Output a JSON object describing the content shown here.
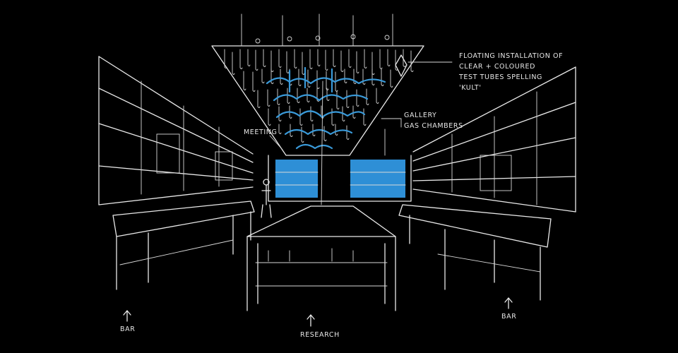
{
  "annotations": {
    "installation": [
      "Floating installation of",
      "clear + coloured",
      "test tubes spelling",
      "'KULT'"
    ],
    "gallery": "Gallery",
    "gas_chambers": "Gas chambers",
    "meeting": "Meeting"
  },
  "directions": {
    "bar_left": "Bar",
    "research": "Research",
    "bar_right": "Bar"
  },
  "colors": {
    "background": "#000000",
    "line": "#e9e9e9",
    "accent_blue": "#2e8fd6"
  }
}
